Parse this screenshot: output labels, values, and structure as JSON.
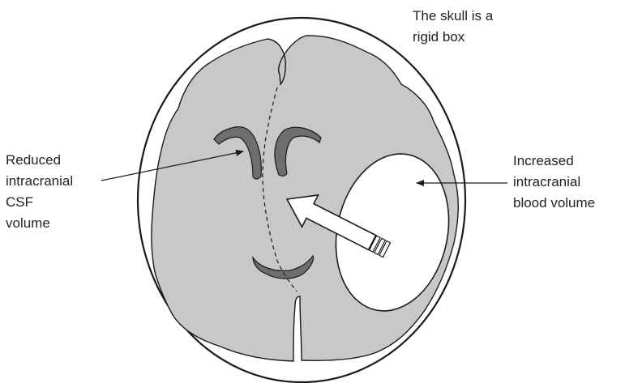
{
  "labels": {
    "skull": [
      "The skull is a",
      "rigid box"
    ],
    "csf": [
      "Reduced",
      "intracranial",
      "CSF",
      "volume"
    ],
    "blood": [
      "Increased",
      "intracranial",
      "blood volume"
    ]
  },
  "colors": {
    "brain": "#c8c8c8",
    "ventricle": "#6e6e6e",
    "outline": "#1a1a1a",
    "background": "#ffffff"
  },
  "icons": [
    "skull-outline",
    "brain",
    "lateral-ventricles",
    "third-ventricle",
    "blood-volume-ellipse",
    "pressure-arrow"
  ]
}
